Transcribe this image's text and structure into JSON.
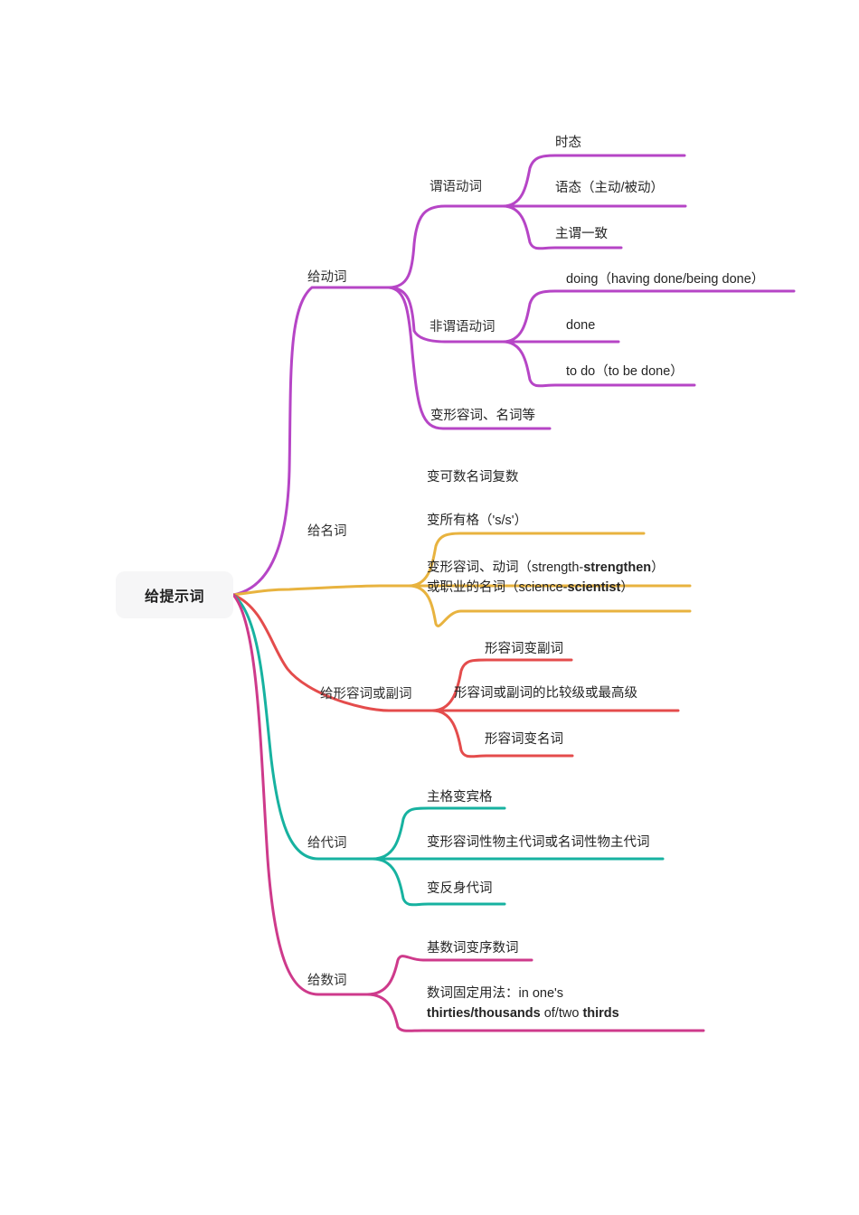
{
  "root": {
    "label": "给提示词"
  },
  "palette": {
    "verb": "#B645C6",
    "noun": "#E8B33F",
    "adjective": "#E44C4C",
    "pronoun": "#17B2A0",
    "numeral": "#CE3A8B",
    "root_bg": "#f6f6f7",
    "text": "#242424"
  },
  "branches": [
    {
      "id": "verb",
      "label": "给动词",
      "color": "#B645C6",
      "children": [
        {
          "label": "谓语动词",
          "leaves": [
            {
              "text": "时态"
            },
            {
              "text": "语态（主动/被动）"
            },
            {
              "text": "主谓一致"
            }
          ]
        },
        {
          "label": "非谓语动词",
          "leaves": [
            {
              "text": "doing（having done/being done）"
            },
            {
              "text": "done"
            },
            {
              "text": "to do（to be done）"
            }
          ]
        },
        {
          "label": "变形容词、名词等",
          "leaves": []
        }
      ]
    },
    {
      "id": "noun",
      "label": "给名词",
      "color": "#E8B33F",
      "children": [
        {
          "label": "变可数名词复数",
          "leaves": []
        },
        {
          "label": "变所有格（'s/s'）",
          "leaves": []
        },
        {
          "label": "变形容词、动词（strength-strengthen）或职业的名词（science-scientist）",
          "line1_plain": "变形容词、动词（strength-",
          "line1_bold": "strengthen",
          "line1_tail": "）",
          "line2_plain": "或职业的名词（science-",
          "line2_bold": "scientist",
          "line2_tail": "）",
          "leaves": []
        }
      ]
    },
    {
      "id": "adjective",
      "label": "给形容词或副词",
      "color": "#E44C4C",
      "children": [
        {
          "label": "形容词变副词",
          "leaves": []
        },
        {
          "label": "形容词或副词的比较级或最高级",
          "leaves": []
        },
        {
          "label": "形容词变名词",
          "leaves": []
        }
      ]
    },
    {
      "id": "pronoun",
      "label": "给代词",
      "color": "#17B2A0",
      "children": [
        {
          "label": "主格变宾格",
          "leaves": []
        },
        {
          "label": "变形容词性物主代词或名词性物主代词",
          "leaves": []
        },
        {
          "label": "变反身代词",
          "leaves": []
        }
      ]
    },
    {
      "id": "numeral",
      "label": "给数词",
      "color": "#CE3A8B",
      "children": [
        {
          "label": "基数词变序数词",
          "leaves": []
        },
        {
          "label": "数词固定用法：in one's thirties/thousands of/two thirds",
          "line1_plain": "数词固定用法：in one's",
          "line2_bold_a": "thirties/thousands",
          "line2_mid": " of/two ",
          "line2_bold_b": "thirds",
          "leaves": []
        }
      ]
    }
  ]
}
